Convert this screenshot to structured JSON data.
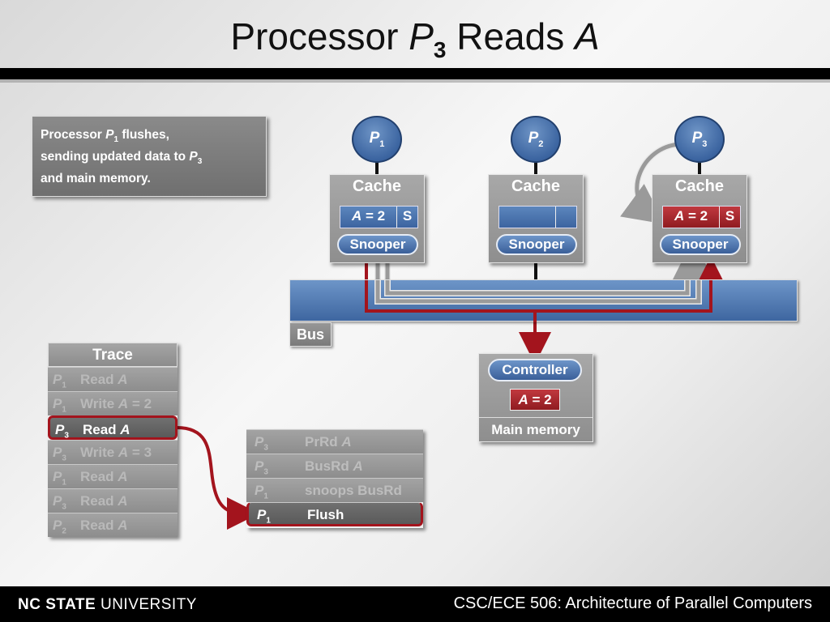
{
  "slide": {
    "title": {
      "prefix": "Processor ",
      "p": "P",
      "p_sub": "3",
      "mid": " Reads ",
      "a": "A"
    }
  },
  "note": {
    "l1_pre": "Processor ",
    "l1_p": "P",
    "l1_sub": "1",
    "l1_post": " flushes,",
    "l2_pre": "sending updated data to ",
    "l2_p": "P",
    "l2_sub": "3",
    "l3": "and main memory."
  },
  "processors": [
    {
      "label": "P",
      "sub": "1"
    },
    {
      "label": "P",
      "sub": "2"
    },
    {
      "label": "P",
      "sub": "3"
    }
  ],
  "caches": [
    {
      "header": "Cache",
      "var": "A",
      "rest": " = 2",
      "state": "S",
      "snooper": "Snooper"
    },
    {
      "header": "Cache",
      "var": "",
      "rest": "",
      "state": "",
      "snooper": "Snooper"
    },
    {
      "header": "Cache",
      "var": "A",
      "rest": " = 2",
      "state": "S",
      "snooper": "Snooper"
    }
  ],
  "bus": {
    "label": "Bus"
  },
  "memory": {
    "controller": "Controller",
    "var": "A",
    "rest": " = 2",
    "label": "Main memory"
  },
  "trace": {
    "header": "Trace",
    "rows": [
      {
        "p": "P",
        "sub": "1",
        "op": "Read ",
        "var": "A",
        "tail": ""
      },
      {
        "p": "P",
        "sub": "1",
        "op": "Write ",
        "var": "A",
        "tail": " = 2"
      },
      {
        "p": "P",
        "sub": "3",
        "op": "Read ",
        "var": "A",
        "tail": ""
      },
      {
        "p": "P",
        "sub": "3",
        "op": "Write ",
        "var": "A",
        "tail": " = 3"
      },
      {
        "p": "P",
        "sub": "1",
        "op": "Read ",
        "var": "A",
        "tail": ""
      },
      {
        "p": "P",
        "sub": "3",
        "op": "Read ",
        "var": "A",
        "tail": ""
      },
      {
        "p": "P",
        "sub": "2",
        "op": "Read ",
        "var": "A",
        "tail": ""
      }
    ]
  },
  "bus_transactions": [
    {
      "p": "P",
      "sub": "3",
      "op": "PrRd ",
      "var": "A"
    },
    {
      "p": "P",
      "sub": "3",
      "op": "BusRd ",
      "var": "A"
    },
    {
      "p": "P",
      "sub": "1",
      "op": "snoops BusRd",
      "var": ""
    },
    {
      "p": "P",
      "sub": "1",
      "op": "Flush",
      "var": ""
    }
  ],
  "footer": {
    "logo_bold": "NC STATE",
    "logo_rest": " UNIVERSITY",
    "course": "CSC/ECE 506: Architecture of Parallel Computers"
  },
  "colors": {
    "accent_red": "#a3141d",
    "bus_blue": "#4a72ab",
    "panel_gray": "#9a9a9a"
  }
}
